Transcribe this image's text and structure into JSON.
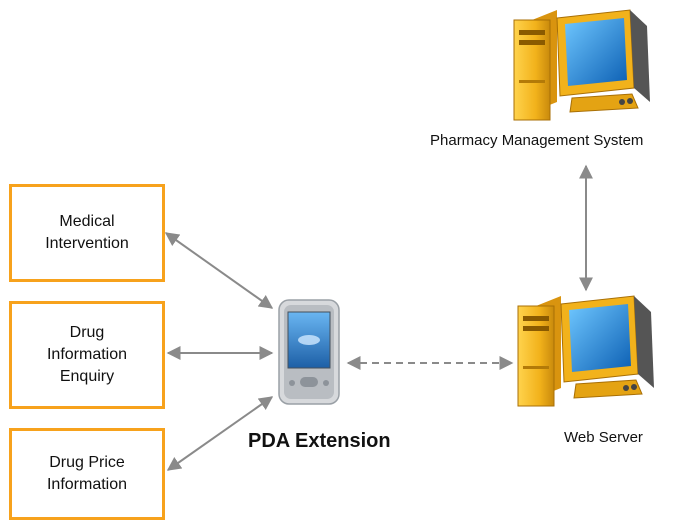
{
  "boxes": [
    {
      "lines": [
        "Medical",
        "Intervention"
      ]
    },
    {
      "lines": [
        "Drug",
        "Information",
        "Enquiry"
      ]
    },
    {
      "lines": [
        "Drug Price",
        "Information"
      ]
    }
  ],
  "nodes": {
    "pda_label": "PDA Extension",
    "pharmacy_label": "Pharmacy Management System",
    "webserver_label": "Web Server"
  },
  "colors": {
    "box_border": "#f7a21c",
    "arrow": "#8a8a8a",
    "computer_body": "#f2b21b",
    "screen": "#1b84d8"
  }
}
